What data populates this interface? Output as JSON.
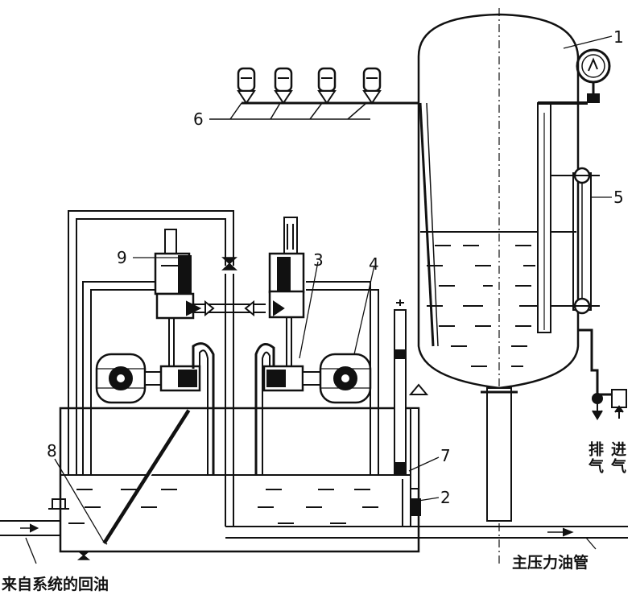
{
  "labels": {
    "n1": "1",
    "n2": "2",
    "n3": "3",
    "n4": "4",
    "n5": "5",
    "n6": "6",
    "n7": "7",
    "n8": "8",
    "n9": "9"
  },
  "captions": {
    "return_oil": "来自系统的回油",
    "main_pipe": "主压力油管",
    "exhaust": "排气",
    "intake": "进气"
  },
  "colors": {
    "ink": "#111111",
    "paper": "#ffffff"
  },
  "icons": [
    "pressure-gauge-icon",
    "valve-icon",
    "pump-icon",
    "motor-icon",
    "accumulator-tank-icon",
    "oil-tank-icon"
  ]
}
